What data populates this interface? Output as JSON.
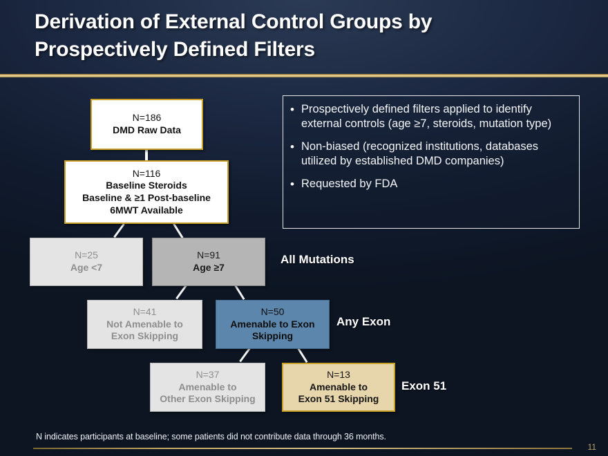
{
  "slide": {
    "title": "Derivation of External Control Groups by\nProspectively Defined Filters",
    "page_number": "11",
    "footnote": "N indicates participants at baseline; some patients did not contribute data through 36 months.",
    "colors": {
      "background_dark": "#111b2e",
      "gold_rule": "#d9bd72",
      "box_gold_border": "#c9a227",
      "box_blue_fill": "#5d86ac",
      "box_tan_fill": "#e7d5ab",
      "box_gray_fill": "#b5b5b5",
      "box_lightgray_fill": "#e4e4e4",
      "muted_text": "#8d8d8d",
      "page_number_color": "#b9a36a"
    }
  },
  "flowchart": {
    "boxes": [
      {
        "id": "dmd-raw-data",
        "n": "N=186",
        "lines": [
          "DMD Raw Data"
        ]
      },
      {
        "id": "baseline-steroids",
        "n": "N=116",
        "lines": [
          "Baseline Steroids",
          "Baseline & ≥1 Post-baseline",
          "6MWT Available"
        ]
      },
      {
        "id": "age-under-7",
        "n": "N=25",
        "lines": [
          "Age <7"
        ]
      },
      {
        "id": "age-7-or-older",
        "n": "N=91",
        "lines": [
          "Age ≥7"
        ]
      },
      {
        "id": "not-amenable",
        "n": "N=41",
        "lines": [
          "Not Amenable to",
          "Exon Skipping"
        ]
      },
      {
        "id": "amenable-exon",
        "n": "N=50",
        "lines": [
          "Amenable to Exon",
          "Skipping"
        ]
      },
      {
        "id": "amenable-other-exon",
        "n": "N=37",
        "lines": [
          "Amenable to",
          "Other Exon Skipping"
        ]
      },
      {
        "id": "amenable-exon-51",
        "n": "N=13",
        "lines": [
          "Amenable to",
          "Exon 51 Skipping"
        ]
      }
    ],
    "side_labels": [
      {
        "id": "all-mutations",
        "text": "All Mutations"
      },
      {
        "id": "any-exon",
        "text": "Any Exon"
      },
      {
        "id": "exon-51",
        "text": "Exon 51"
      }
    ]
  },
  "bullets": [
    {
      "marker": "•",
      "text": "Prospectively defined filters applied to identify external controls (age ≥7, steroids, mutation type)"
    },
    {
      "marker": "•",
      "text": "Non-biased (recognized institutions, databases utilized by established DMD companies)"
    },
    {
      "marker": "•",
      "text": "Requested by FDA"
    }
  ]
}
